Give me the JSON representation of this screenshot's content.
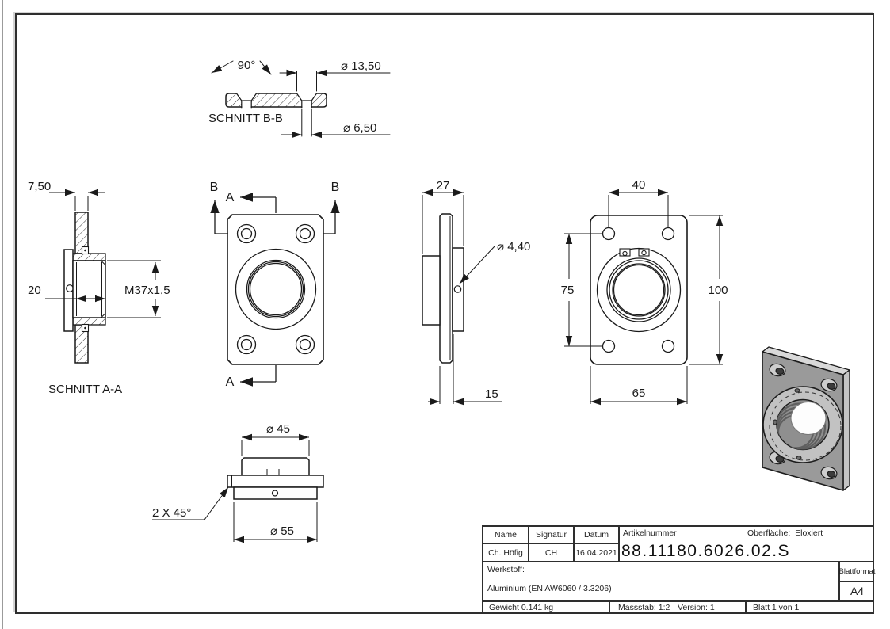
{
  "drawing": {
    "schnitt_bb": {
      "label": "SCHNITT B-B",
      "angle": "90°",
      "csk_dia": "⌀ 13,50",
      "hole_dia": "⌀ 6,50"
    },
    "schnitt_aa": {
      "label": "SCHNITT A-A",
      "wall_thickness": "7,50",
      "boss_depth": "20",
      "thread": "M37x1,5"
    },
    "front": {
      "marker_b": "B",
      "marker_a": "A"
    },
    "side": {
      "total_depth": "27",
      "hole_dia": "⌀ 4,40",
      "plate_offset": "15"
    },
    "back": {
      "hole_spacing_h": "40",
      "hole_spacing_v": "75",
      "height": "100",
      "width": "65"
    },
    "bottom": {
      "boss_dia": "⌀ 45",
      "chamfer": "2 X 45°",
      "collar_dia": "⌀ 55"
    }
  },
  "title_block": {
    "name_label": "Name",
    "signatur_label": "Signatur",
    "datum_label": "Datum",
    "name_value": "Ch. Höfig",
    "signatur_value": "CH",
    "datum_value": "16.04.2021",
    "artikelnummer_label": "Artikelnummer",
    "artikelnummer_value": "88.11180.6026.02.S",
    "oberflaeche_label": "Oberfläche:",
    "oberflaeche_value": "Eloxiert",
    "werkstoff_label": "Werkstoff:",
    "werkstoff_value": "Aluminium (EN AW6060 / 3.3206)",
    "blattformat_label": "Blattformat",
    "blattformat_value": "A4",
    "gewicht": "Gewicht 0.141 kg",
    "massstab": "Massstab: 1:2",
    "version": "Version: 1",
    "blatt": "Blatt 1 von 1"
  },
  "colors": {
    "line": "#1a1a1a",
    "part_gray": "#9a9a9a",
    "part_light": "#cfcfcf",
    "part_dark": "#3c3c3c"
  }
}
